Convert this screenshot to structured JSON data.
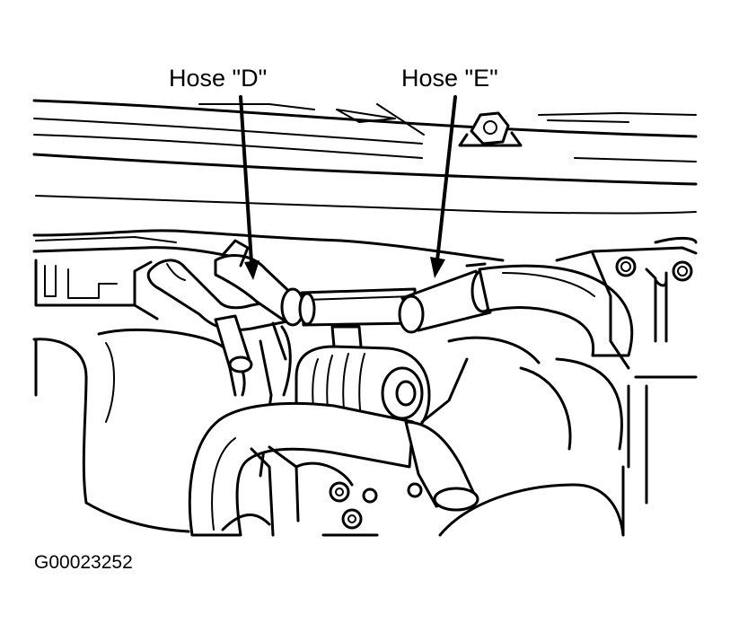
{
  "callouts": {
    "hose_d": "Hose \"D\"",
    "hose_e": "Hose \"E\""
  },
  "figure_id": "G00023252",
  "colors": {
    "ink": "#000000",
    "paper": "#ffffff"
  }
}
